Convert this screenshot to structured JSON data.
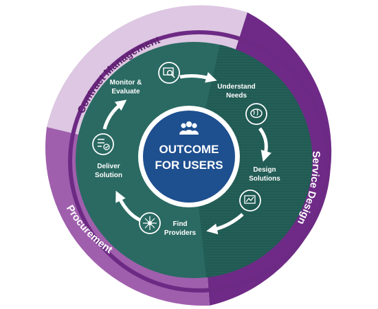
{
  "center": {
    "line1": "OUTCOME",
    "line2": "FOR USERS"
  },
  "outer_ring": [
    {
      "label": "Contract Management"
    },
    {
      "label": "Service Design"
    },
    {
      "label": "Procurement"
    }
  ],
  "steps": [
    {
      "line1": "Monitor &",
      "line2": "Evaluate",
      "icon": "magnifier-chart-icon"
    },
    {
      "line1": "Understand",
      "line2": "Needs",
      "icon": "brain-icon"
    },
    {
      "line1": "Design",
      "line2": "Solutions",
      "icon": "blueprint-icon"
    },
    {
      "line1": "Find",
      "line2": "Providers",
      "icon": "network-icon"
    },
    {
      "line1": "Deliver",
      "line2": "Solution",
      "icon": "checklist-icon"
    }
  ],
  "colors": {
    "outer_light": "#ddc7e2",
    "outer_medium": "#a05fad",
    "outer_dark": "#6e2a86",
    "ring_line": "#6d2a84",
    "inner_teal": "#2a6a62",
    "inner_teal_dark": "#1f5a52",
    "center_blue": "#1e4f8f"
  }
}
